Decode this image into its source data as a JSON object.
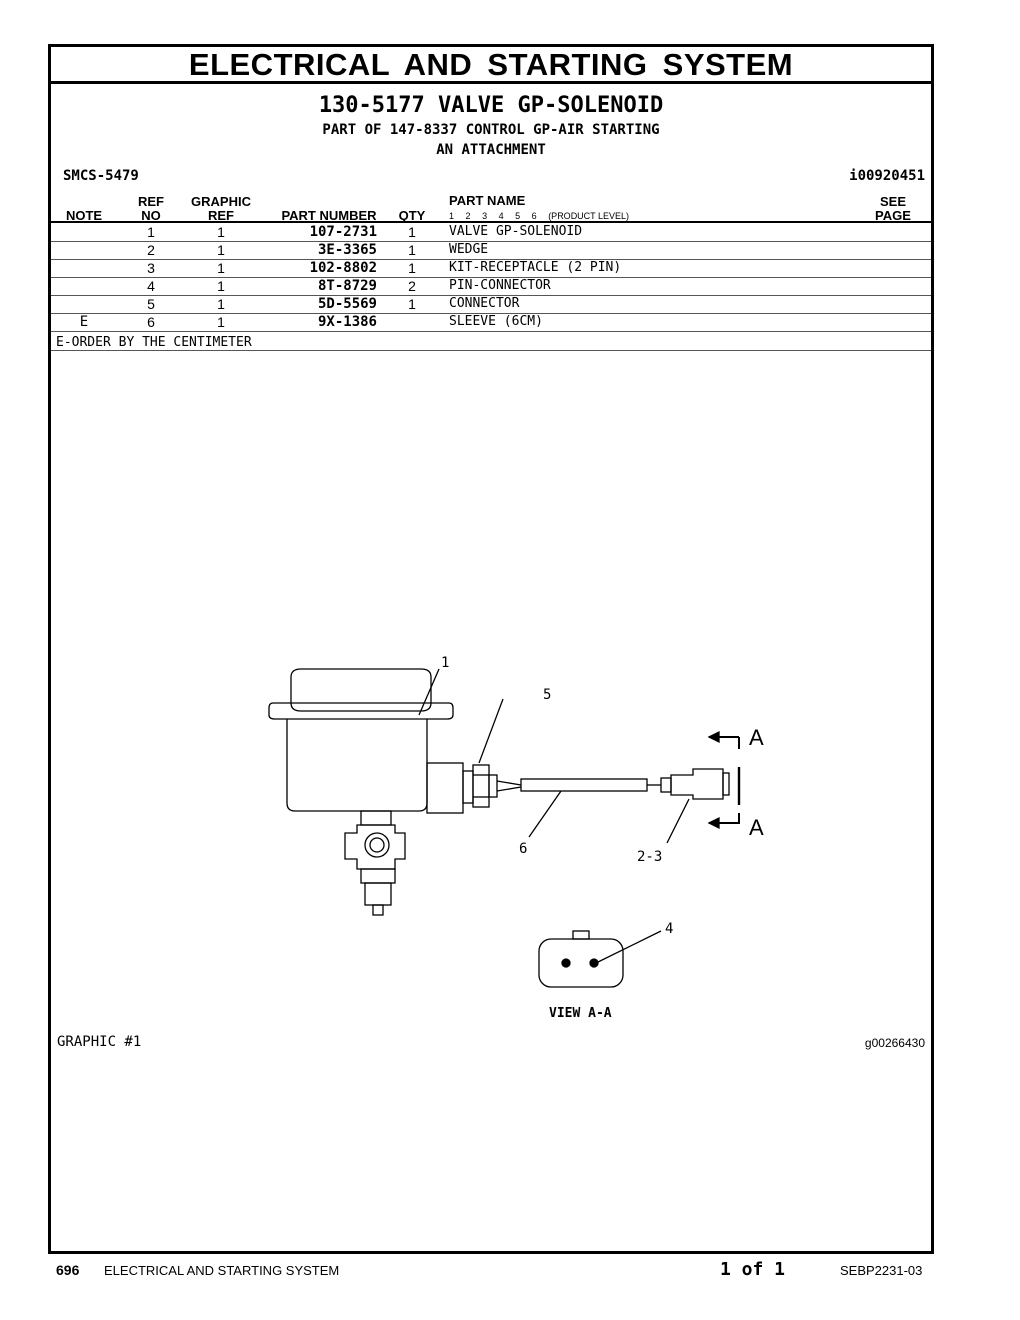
{
  "section_title": "ELECTRICAL AND STARTING SYSTEM",
  "group_title": "130-5177 VALVE GP-SOLENOID",
  "subtitle_line1": "PART OF 147-8337 CONTROL GP-AIR STARTING",
  "subtitle_line2": "AN ATTACHMENT",
  "smcs": "SMCS-5479",
  "ident": "i00920451",
  "headers": {
    "note": "NOTE",
    "ref_top": "REF",
    "ref_bottom": "NO",
    "graphic_top": "GRAPHIC",
    "graphic_bottom": "REF",
    "part_number": "PART NUMBER",
    "qty": "QTY",
    "part_name": "PART NAME",
    "levels": [
      "1",
      "2",
      "3",
      "4",
      "5",
      "6"
    ],
    "product_level": "(PRODUCT LEVEL)",
    "see_top": "SEE",
    "see_bottom": "PAGE"
  },
  "rows": [
    {
      "note": "",
      "ref": "1",
      "graphic": "1",
      "part_number": "107-2731",
      "qty": "1",
      "name": "VALVE GP-SOLENOID"
    },
    {
      "note": "",
      "ref": "2",
      "graphic": "1",
      "part_number": "3E-3365",
      "qty": "1",
      "name": "WEDGE"
    },
    {
      "note": "",
      "ref": "3",
      "graphic": "1",
      "part_number": "102-8802",
      "qty": "1",
      "name": "KIT-RECEPTACLE (2 PIN)"
    },
    {
      "note": "",
      "ref": "4",
      "graphic": "1",
      "part_number": "8T-8729",
      "qty": "2",
      "name": "PIN-CONNECTOR"
    },
    {
      "note": "",
      "ref": "5",
      "graphic": "1",
      "part_number": "5D-5569",
      "qty": "1",
      "name": "CONNECTOR"
    },
    {
      "note": "E",
      "ref": "6",
      "graphic": "1",
      "part_number": "9X-1386",
      "qty": "",
      "name": "SLEEVE (6CM)"
    }
  ],
  "note_text": "E-ORDER BY THE CENTIMETER",
  "diagram": {
    "callouts": [
      "1",
      "5",
      "6",
      "2-3",
      "4"
    ],
    "view_letter_top": "A",
    "view_letter_bottom": "A",
    "view_label": "VIEW A-A"
  },
  "graphic_label": "GRAPHIC #1",
  "graphic_id": "g00266430",
  "footer": {
    "page_number": "696",
    "section": "ELECTRICAL AND STARTING SYSTEM",
    "page_of": "1 of 1",
    "doc_id": "SEBP2231-03"
  }
}
